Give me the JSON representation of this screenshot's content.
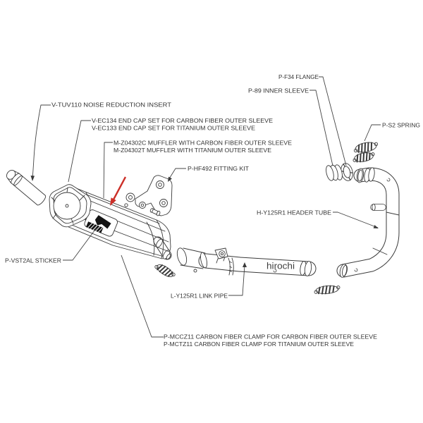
{
  "labels": {
    "noise_insert": "V-TUV110 NOISE REDUCTION INSERT",
    "end_cap_carbon": "V-EC134 END CAP SET FOR CARBON FIBER OUTER SLEEVE",
    "end_cap_titanium": "V-EC133 END CAP SET FOR TITANIUM OUTER SLEEVE",
    "muffler_carbon": "M-Z04302C MUFFLER WITH CARBON FIBER OUTER SLEEVE",
    "muffler_titanium": "M-Z04302T MUFFLER WITH TITANIUM OUTER SLEEVE",
    "fitting_kit": "P-HF492 FITTING KIT",
    "flange": "P-F34 FLANGE",
    "inner_sleeve": "P-89 INNER SLEEVE",
    "spring": "P-S2 SPRING",
    "header_tube": "H-Y125R1 HEADER TUBE",
    "sticker": "P-VST2AL STICKER",
    "link_pipe": "L-Y125R1 LINK PIPE",
    "clamp_carbon": "P-MCCZ11 CARBON FIBER CLAMP FOR CARBON FIBER OUTER SLEEVE",
    "clamp_titanium": "P-MCTZ11 CARBON FIBER CLAMP FOR TITANIUM OUTER SLEEVE"
  },
  "watermark": "hirochi",
  "colors": {
    "line": "#3a3a3a",
    "label_text": "#333333",
    "highlight_arrow": "#cc2f28",
    "background": "#ffffff"
  }
}
